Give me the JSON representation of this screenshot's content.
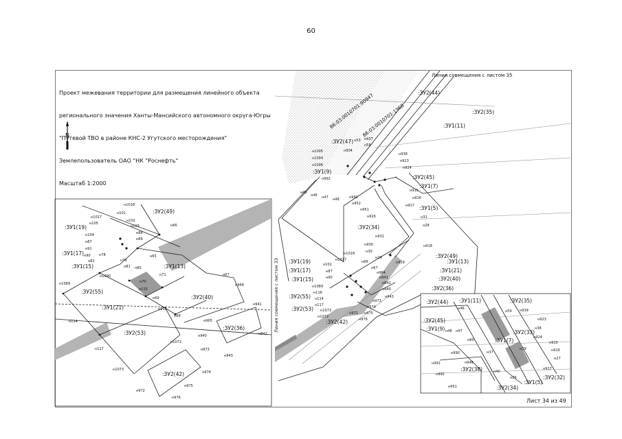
{
  "page_number": "60",
  "title_lines": [
    "Проект межевания территории для размещения линейного объекта",
    "регионального значения Ханты-Мансийского автономного округа-Югры",
    "\"Путевой ТВО в районе КНС-2 Угутского месторождения\"",
    "Землепользователь ОАО \"НК \"Роснефть\"",
    "Масштаб 1:2000"
  ],
  "north_label": "N",
  "alignment_top": "Линия совмещения с листом 35",
  "alignment_left": "Линия совмещения с листом 33",
  "sheet_label": "Лист 34 из 49",
  "cadastral_numbers": [
    "86:03:0010701:90947",
    "86:03:0010701:1968"
  ],
  "left_zone_labels": [
    ":ЗУ2(49)",
    ":ЗУ1(19)",
    ":ЗУ1(17)",
    ":ЗУ1(15)",
    ":ЗУ1(13)",
    ":ЗУ2(55)",
    ":ЗУ1(21)",
    ":ЗУ2(40)",
    ":ЗУ2(53)",
    ":ЗУ2(36)",
    ":ЗУ2(42)"
  ],
  "left_points": [
    "н1018",
    "н101",
    "н102",
    "н103",
    "н1017",
    "н105",
    "н104",
    "н87",
    "н91",
    "н90",
    "н78",
    "н82",
    "н88",
    "н89",
    "н79",
    "н81",
    "н80",
    "н65",
    "н66",
    "н71",
    "н1090",
    "н1089",
    "н70",
    "н115",
    "н69",
    "н67",
    "н964",
    "н116",
    "н68",
    "н965",
    "н941",
    "н942",
    "н940",
    "н114",
    "н117",
    "н1072",
    "н873",
    "н943",
    "н1073",
    "н974",
    "н975",
    "н972",
    "н976"
  ],
  "main_zone_labels": [
    ":ЗУ2(44)",
    ":ЗУ2(35)",
    ":ЗУ1(11)",
    ":ЗУ2(47)",
    ":ЗУ1(9)",
    ":ЗУ2(45)",
    ":ЗУ1(7)",
    ":ЗУ1(5)",
    ":ЗУ2(34)",
    ":ЗУ2(49)",
    ":ЗУ1(19)",
    ":ЗУ1(17)",
    ":ЗУ1(15)",
    ":ЗУ1(13)",
    ":ЗУ1(21)",
    ":ЗУ2(40)",
    ":ЗУ2(36)",
    ":ЗУ2(55)",
    ":ЗУ2(53)",
    ":ЗУ2(42)"
  ],
  "main_points": [
    "н53",
    "н937",
    "н58",
    "н1005",
    "н904",
    "н1004",
    "н1006",
    "н938",
    "н923",
    "н924",
    "н992",
    "н915",
    "н916",
    "н45",
    "н46",
    "н47",
    "н48",
    "н991",
    "н952",
    "н917",
    "н951",
    "н926",
    "н31",
    "н28",
    "н931",
    "н930",
    "н918",
    "н30",
    "н29",
    "н919",
    "н1018",
    "н101",
    "н66",
    "н1017",
    "н87",
    "н67",
    "н964",
    "н941",
    "н942",
    "н90",
    "н940",
    "н1089",
    "н116",
    "н943",
    "н114",
    "н973",
    "н117",
    "н974",
    "н1073",
    "н1072",
    "н972",
    "н975",
    "н976"
  ],
  "inset_zone_labels": [
    ":ЗУ2(44)",
    ":ЗУ1(11)",
    ":ЗУ2(35)",
    ":ЗУ2(45)",
    ":ЗУ1(9)",
    ":ЗУ2(33)",
    ":ЗУ1(7)",
    ":ЗУ2(38)",
    ":ЗУ1(5)",
    ":ЗУ2(34)",
    ":ЗУ2(32)"
  ],
  "inset_points": [
    "н46",
    "н59",
    "н939",
    "н923",
    "н38",
    "н48",
    "н47",
    "н924",
    "н60",
    "н915",
    "н990",
    "н37",
    "н39",
    "н916",
    "н27",
    "н991",
    "н948",
    "н40",
    "н917",
    "н992",
    "н26",
    "н951"
  ]
}
